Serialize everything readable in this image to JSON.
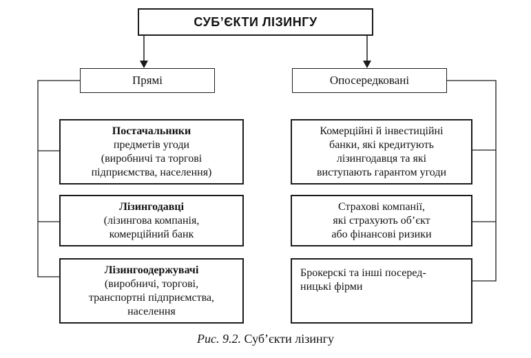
{
  "title": "СУБ’ЄКТИ ЛІЗИНГУ",
  "categories": {
    "left": "Прямі",
    "right": "Опосередковані"
  },
  "left_items": [
    {
      "heading": "Постачальники",
      "lines": [
        "предметів угоди",
        "(виробничі та торгові",
        "підприємства, населення)"
      ]
    },
    {
      "heading": "Лізингодавці",
      "lines": [
        "(лізингова компанія,",
        "комерційний банк"
      ]
    },
    {
      "heading": "Лізингоодержувачі",
      "lines": [
        "(виробничі, торгові,",
        "транспортні підприємства,",
        "населення"
      ]
    }
  ],
  "right_items": [
    {
      "lines": [
        "Комерційні й інвестиційні",
        "банки, які кредитують",
        "лізингодавця та які",
        "виступають гарантом угоди"
      ]
    },
    {
      "lines": [
        "Страхові компанії,",
        "які страхують об’єкт",
        "або фінансові ризики"
      ]
    },
    {
      "lines": [
        "Брокерскі та інші посеред-",
        "ницькі фірми"
      ]
    }
  ],
  "caption": {
    "label": "Рис. 9.2.",
    "text": " Суб’єкти лізингу"
  }
}
